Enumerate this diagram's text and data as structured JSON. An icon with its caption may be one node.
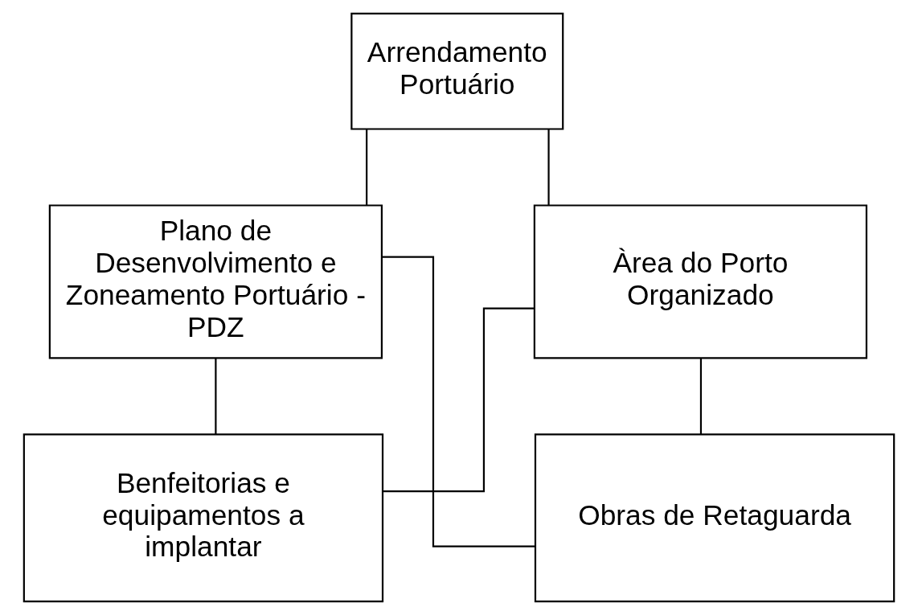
{
  "diagram": {
    "nodes": [
      {
        "text": [
          "Arrendamento Portuário"
        ]
      },
      {
        "text": [
          "Plano de Desenvolvimento e Zoneamento Portuário - PDZ"
        ]
      },
      {
        "text": [
          "Àrea do Porto Organizado"
        ]
      },
      {
        "text": [
          "Benfeitorias e equipamentos a implantar"
        ]
      },
      {
        "text": [
          "Obras de Retaguarda"
        ]
      }
    ],
    "edges": [
      {
        "from": 0,
        "to": 1,
        "arrow": "none"
      },
      {
        "from": 0,
        "to": 2,
        "arrow": "none"
      },
      {
        "from": 1,
        "to": 3,
        "arrow": "none"
      },
      {
        "from": 1,
        "to": 4,
        "arrow": "none"
      },
      {
        "from": 2,
        "to": 3,
        "arrow": "none"
      },
      {
        "from": 2,
        "to": 4,
        "arrow": "none"
      }
    ]
  }
}
